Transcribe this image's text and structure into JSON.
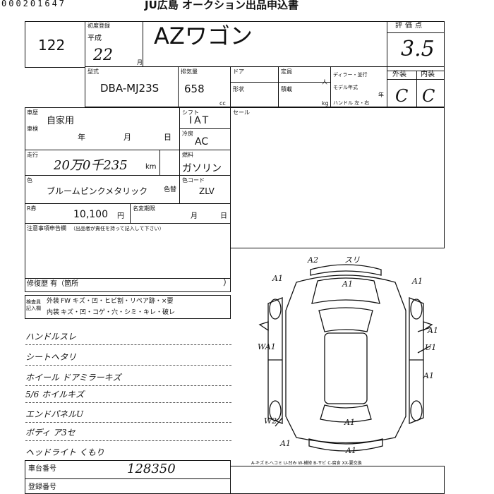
{
  "header": {
    "id_number": "000201647",
    "title": "JU広島 オークション出品申込書"
  },
  "sheet": {
    "lot_no": "122",
    "first_reg_label": "初度登録",
    "era": "平成",
    "year": "22",
    "month_unit": "月",
    "car_name": "AZワゴン",
    "grade_label": "評価点",
    "grade_value": "3.5",
    "model_label": "型式",
    "model_value": "DBA-MJ23S",
    "displacement_label": "排気量",
    "displacement_value": "658",
    "displacement_unit": "cc",
    "door_label": "ドア",
    "capacity_label": "定員",
    "person_unit": "人",
    "dealer_label": "ディラー・並行",
    "model_year_label": "モデル年式",
    "year_unit": "年",
    "shape_label": "形状",
    "load_label": "積載",
    "kg_unit": "kg",
    "handle_label": "ハンドル 左・右",
    "exterior_label": "外装",
    "interior_label": "内装",
    "exterior_value": "C",
    "interior_value": "C",
    "usage_label": "車歴",
    "usage_value": "自家用",
    "inspection_label": "車検",
    "insp_year_unit": "年",
    "insp_month_unit": "月",
    "insp_day_unit": "日",
    "shift_label": "シフト",
    "shift_value": "IAT",
    "aircon_label": "冷房",
    "aircon_value": "AC",
    "sales_label": "セール",
    "mileage_label": "走行",
    "mileage_value": "20万0千235",
    "km_unit": "km",
    "fuel_label": "燃料",
    "fuel_value": "ガソリン",
    "color_label": "色",
    "color_value": "ブルームピンクメタリック",
    "color_change_label": "色替",
    "color_code_label": "色コード",
    "color_code_value": "ZLV",
    "recycle_label": "R券",
    "recycle_value": "10,100",
    "yen_unit": "円",
    "name_change_label": "名変期限",
    "name_month_unit": "月",
    "name_day_unit": "日",
    "notes_label": "注意事項申告欄",
    "notes_hint": "（出品者が責任を持って記入して下さい）",
    "repair_label": "修復歴 有（箇所",
    "repair_close": "）",
    "inspector_label": "検査員記入欄",
    "ext_key": "外装",
    "ext_items": "FW キズ・凹・ヒビ割・リペア跡・×要",
    "int_key": "内装",
    "int_items": "キズ・凹・コゲ・穴・シミ・キレ・破レ",
    "plate_label": "車台番号",
    "plate_value": "128350",
    "reg_label": "登録番号",
    "legend": "A-キズ E-ヘコミ U-凹み W-補修 B-サビ C-腐食 XX-要交換"
  },
  "inspector_notes": [
    "ハンドルスレ",
    "シートヘタリ",
    "ホイール ドアミラーキズ",
    "5/6 ホイルキズ",
    "エンドパネルU",
    "ボディ ア3セ",
    "ヘッドライト くもり"
  ],
  "damage_marks": [
    {
      "code": "A2",
      "area": "front-bumper-top"
    },
    {
      "code": "スリ",
      "area": "front-bumper"
    },
    {
      "code": "A1",
      "area": "front-left-fender"
    },
    {
      "code": "A1",
      "area": "hood"
    },
    {
      "code": "A1",
      "area": "front-right-fender"
    },
    {
      "code": "A1",
      "area": "right-front-door"
    },
    {
      "code": "U1",
      "area": "right-rear-door"
    },
    {
      "code": "WA1",
      "area": "left-doors"
    },
    {
      "code": "A1",
      "area": "right-rear-quarter"
    },
    {
      "code": "W2",
      "area": "left-rear-quarter"
    },
    {
      "code": "A1",
      "area": "trunk"
    },
    {
      "code": "A1",
      "area": "rear-bumper-left"
    },
    {
      "code": "A1",
      "area": "rear-bumper"
    }
  ],
  "colors": {
    "ink": "#111111",
    "paper": "#ffffff"
  }
}
